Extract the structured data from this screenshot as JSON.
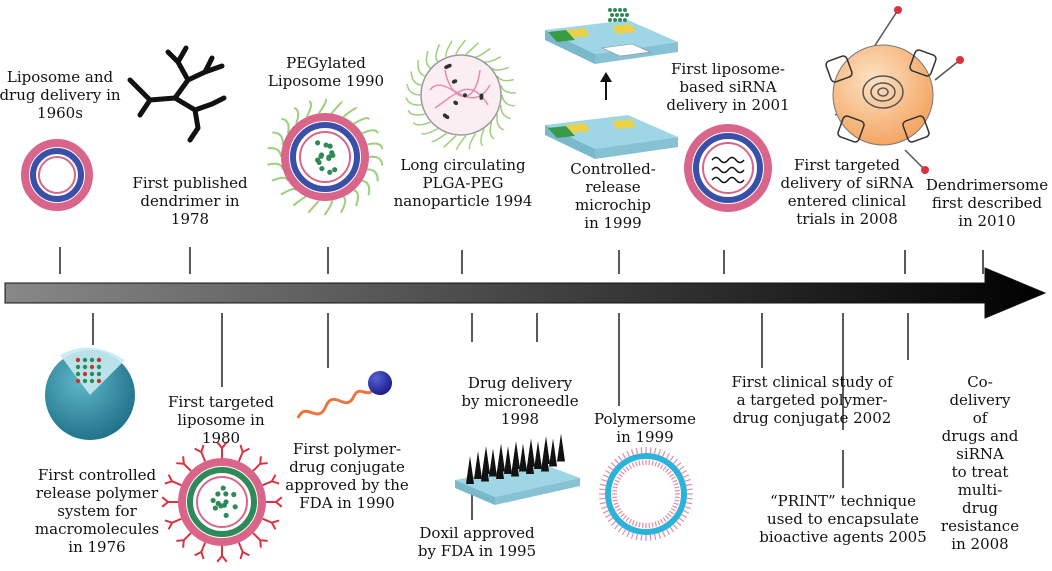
{
  "events_above": [
    {
      "id": "liposome-1960s",
      "text": "Liposome and\ndrug delivery in\n1960s"
    },
    {
      "id": "dendrimer-1978",
      "text": "First published\ndendrimer in\n1978"
    },
    {
      "id": "pegylated-liposome-1990",
      "text": "PEGylated\nLiposome 1990"
    },
    {
      "id": "plga-peg-1994",
      "text": "Long circulating\nPLGA-PEG\nnanoparticle 1994"
    },
    {
      "id": "microchip-1999",
      "text": "Controlled-\nrelease\nmicrochip\nin 1999"
    },
    {
      "id": "sirna-liposome-2001",
      "text": "First liposome-\nbased siRNA\ndelivery in 2001"
    },
    {
      "id": "targeted-sirna-2008",
      "text": "First targeted\ndelivery of siRNA\nentered clinical\ntrials in 2008"
    },
    {
      "id": "dendrimersome-2010",
      "text": "Dendrimersome\nfirst described\nin 2010"
    }
  ],
  "events_below": [
    {
      "id": "controlled-release-1976",
      "text": "First controlled\nrelease polymer\nsystem for\nmacromolecules\nin 1976"
    },
    {
      "id": "targeted-liposome-1980",
      "text": "First targeted\nliposome in\n1980"
    },
    {
      "id": "polymer-drug-1990",
      "text": "First polymer-\ndrug conjugate\napproved by the\nFDA in 1990"
    },
    {
      "id": "doxil-1995",
      "text": "Doxil approved\nby FDA in 1995"
    },
    {
      "id": "microneedle-1998",
      "text": "Drug delivery\nby microneedle\n1998"
    },
    {
      "id": "polymersome-1999",
      "text": "Polymersome\nin 1999"
    },
    {
      "id": "clinical-polymer-2002",
      "text": "First clinical study of\na targeted polymer-\ndrug conjugate 2002"
    },
    {
      "id": "print-2005",
      "text": "“PRINT” technique\nused to encapsulate\nbioactive agents 2005"
    },
    {
      "id": "codelivery-2008",
      "text": "Co-delivery of\ndrugs and siRNA\nto treat multi-drug\nresistance in 2008"
    }
  ],
  "colors": {
    "arrow_start": "#888888",
    "arrow_end": "#000000",
    "liposome_outer": "#d9668a",
    "liposome_inner": "#3a4fa8",
    "peg": "#9bcf7a",
    "green_core": "#2e8b57",
    "polymersome": "#2bb3d9",
    "microchip": "#9fd6e6",
    "gold": "#e9d24a",
    "red_ligand": "#d8333f",
    "sphere_teal": "#1d6f86",
    "navy": "#1a1f8a",
    "orange_sphere": "#f3a25e"
  }
}
